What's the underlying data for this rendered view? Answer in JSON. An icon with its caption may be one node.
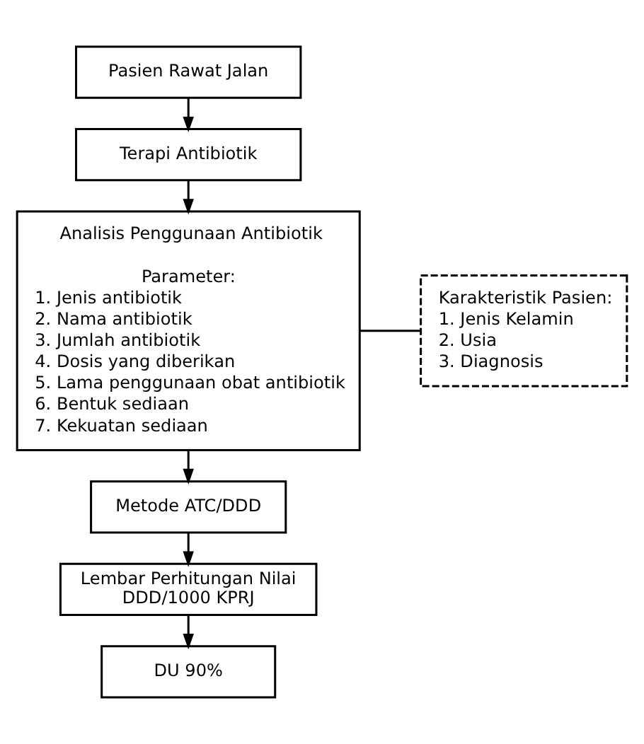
{
  "diagram": {
    "nodes": [
      {
        "text": [
          "Pasien Rawat Jalan"
        ]
      },
      {
        "text": [
          "Terapi Antibiotik"
        ]
      },
      {
        "text": [
          "Analisis Penggunaan Antibiotik",
          "Parameter:",
          "1. Jenis antibiotik",
          "2. Nama antibiotik",
          "3. Jumlah antibiotik",
          "4. Dosis yang diberikan",
          "5. Lama penggunaan obat antibiotik",
          "6. Bentuk sediaan",
          "7. Kekuatan sediaan"
        ]
      },
      {
        "text": [
          "Karakteristik Pasien:",
          "1. Jenis Kelamin",
          "2. Usia",
          "3. Diagnosis"
        ]
      },
      {
        "text": [
          "Metode ATC/DDD"
        ]
      },
      {
        "text": [
          "Lembar Perhitungan Nilai DDD/1000 KPRJ"
        ]
      },
      {
        "text": [
          "DU 90%"
        ]
      }
    ],
    "edges": [
      {
        "from": 0,
        "to": 1,
        "arrow": "to"
      },
      {
        "from": 1,
        "to": 2,
        "arrow": "to"
      },
      {
        "from": 2,
        "to": 3,
        "arrow": "none"
      },
      {
        "from": 2,
        "to": 4,
        "arrow": "to"
      },
      {
        "from": 4,
        "to": 5,
        "arrow": "to"
      },
      {
        "from": 5,
        "to": 6,
        "arrow": "to"
      }
    ]
  }
}
